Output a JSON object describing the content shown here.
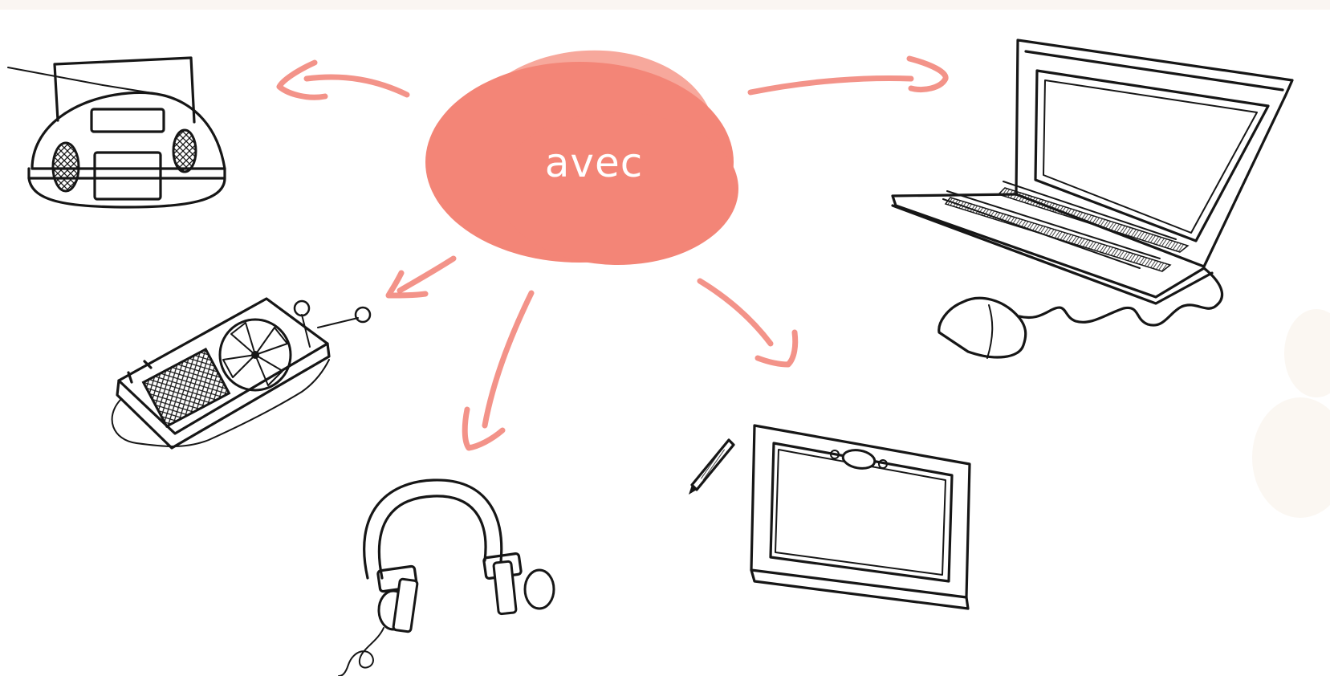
{
  "diagram": {
    "center_label": "avec",
    "accent_color": "#f4877b",
    "nodes": [
      {
        "id": "radio",
        "icon": "boombox-icon"
      },
      {
        "id": "laptop",
        "icon": "laptop-icon"
      },
      {
        "id": "keyboard",
        "icon": "music-keyboard-icon"
      },
      {
        "id": "tablet",
        "icon": "drawing-tablet-icon"
      },
      {
        "id": "headphones",
        "icon": "headphones-icon"
      }
    ]
  }
}
